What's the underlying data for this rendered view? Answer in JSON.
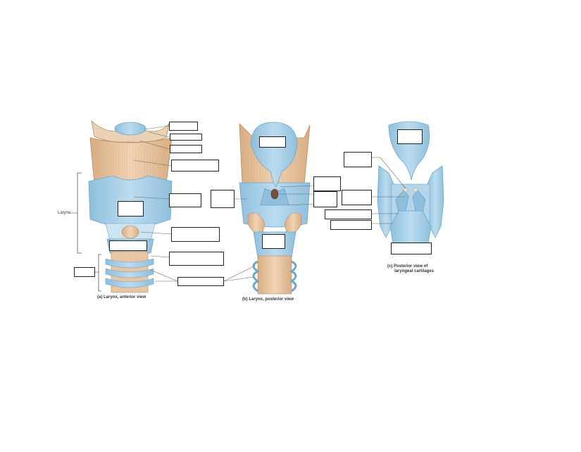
{
  "labels": {
    "larynx": "Larynx"
  },
  "captions": {
    "a_letter": "(a)",
    "a_text": "Larynx, anterior view",
    "b_letter": "(b)",
    "b_text": "Larynx, posterior view",
    "c_letter": "(c)",
    "c_text_line1": "Posterior view of",
    "c_text_line2": "laryngeal cartilages"
  },
  "colors": {
    "cartilage": "#a9cfe6",
    "cartilage_dark": "#6fa6c8",
    "muscle": "#e6c29f",
    "muscle_dark": "#c99a70",
    "leader_line": "#666666",
    "label_border": "#222222"
  }
}
